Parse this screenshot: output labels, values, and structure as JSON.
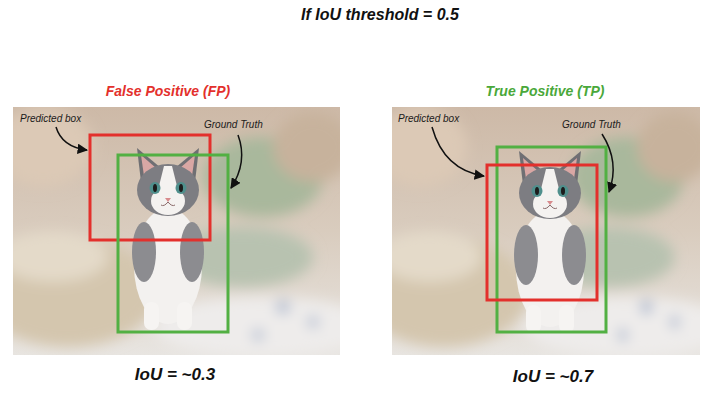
{
  "diagram": {
    "title": "If IoU threshold = 0.5",
    "labels": [
      "False Positive (FP)",
      "Predicted box",
      "Ground Truth",
      "IoU = ~0.3",
      "True Positive (TP)",
      "Predicted box",
      "Ground Truth",
      "IoU = ~0.7"
    ]
  }
}
